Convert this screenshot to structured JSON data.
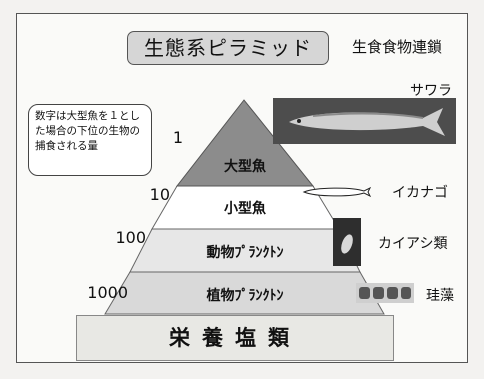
{
  "title": "生態系ピラミッド",
  "subtitle": "生食食物連鎖",
  "note": "数字は大型魚を１とした場合の下位の生物の捕食される量",
  "layers": [
    {
      "number": "1",
      "label": "大型魚",
      "organism": "サワラ"
    },
    {
      "number": "10",
      "label": "小型魚",
      "organism": "イカナゴ"
    },
    {
      "number": "100",
      "label": "動物ﾌﾟﾗﾝｸﾄﾝ",
      "organism": "カイアシ類"
    },
    {
      "number": "1000",
      "label": "植物ﾌﾟﾗﾝｸﾄﾝ",
      "organism": "珪藻"
    }
  ],
  "base": "栄養塩類"
}
